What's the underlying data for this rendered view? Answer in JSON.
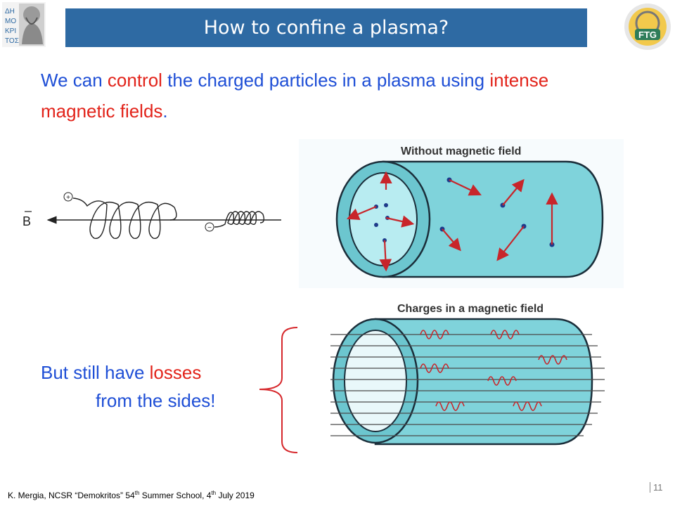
{
  "slide": {
    "title": "How to confine a plasma?",
    "intro_part1": "We can ",
    "intro_control": "control",
    "intro_part2": " the charged particles in a plasma using ",
    "intro_intense": "intense magnetic fields",
    "intro_end": ".",
    "losses_part1": "But still have ",
    "losses_red": "losses",
    "losses_line2": "from the sides!",
    "page_number": "11"
  },
  "footer": {
    "text1": "K. Mergia, NCSR “Demokritos” 54",
    "sup1": "th",
    "text2": " Summer School, 4",
    "sup2": "th",
    "text3": " July 2019"
  },
  "figures": {
    "helix_label": "B",
    "plus_sign": "+",
    "minus_sign": "−",
    "top_caption": "Without magnetic field",
    "bottom_caption": "Charges in a magnetic field",
    "logo_right_text": "FTG"
  },
  "colors": {
    "title_bg": "#2e6aa3",
    "text_blue": "#1f4fd6",
    "text_red": "#e2231a",
    "cylinder": "#7fd3db",
    "arrow_red": "#c8252a",
    "particle": "#1e3a8a"
  }
}
